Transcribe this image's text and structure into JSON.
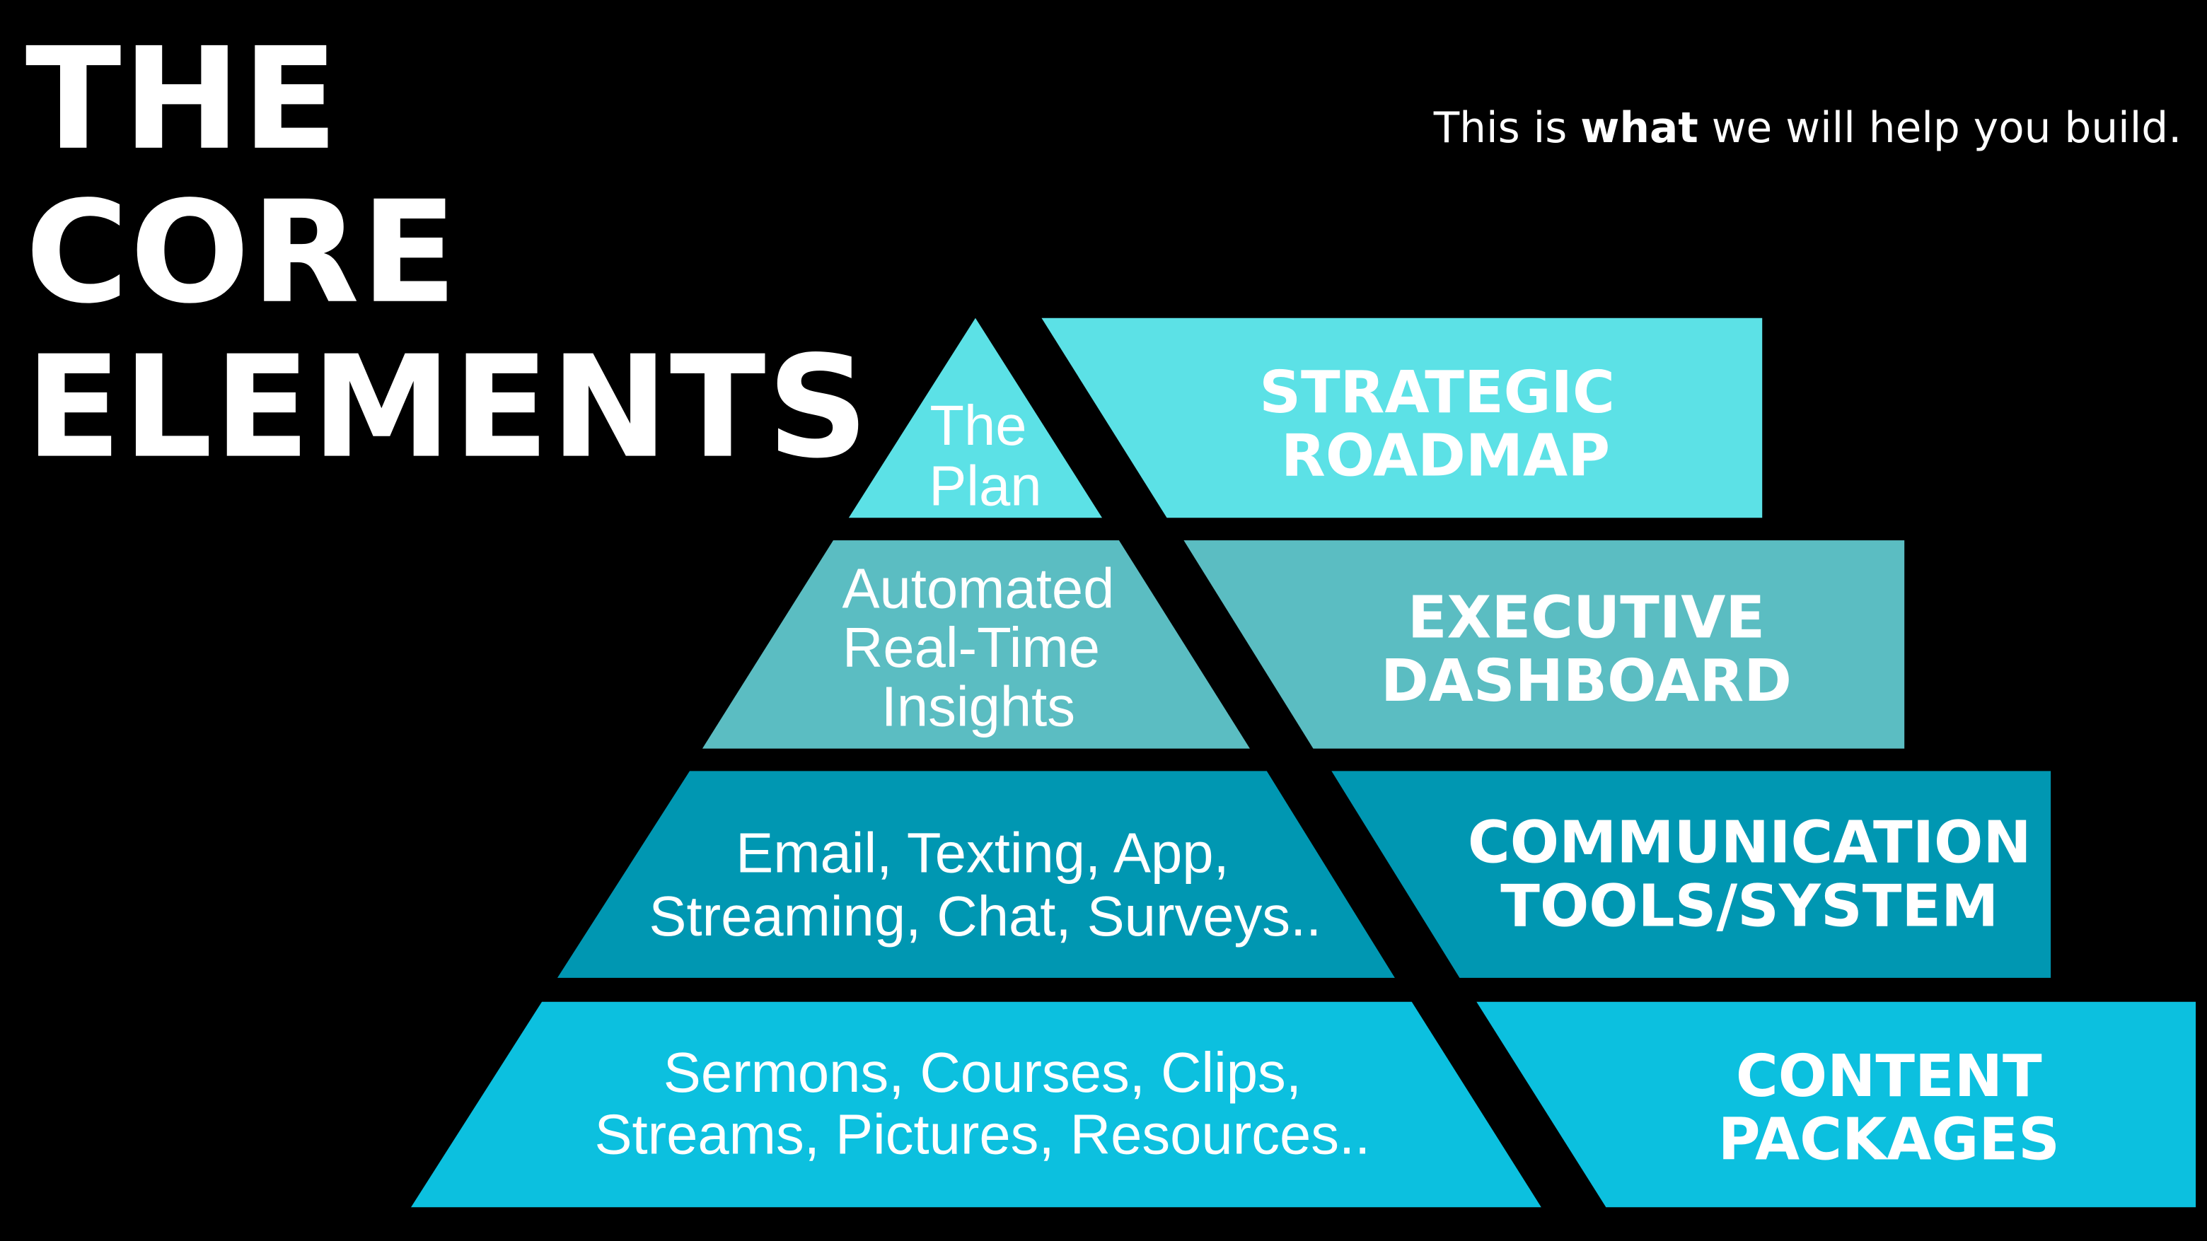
{
  "title": {
    "line1": "THE",
    "line2": "CORE",
    "line3": "ELEMENTS"
  },
  "subtitle": {
    "before": "This is ",
    "bold": "what",
    "after": " we will help you build."
  },
  "colors": {
    "tier1": "#5CE1E6",
    "tier2": "#5BBDC2",
    "tier3": "#0097B2",
    "tier4": "#0CC0DF",
    "background": "#000000"
  },
  "tiers": [
    {
      "pyramid_lines": [
        "The",
        "Plan"
      ],
      "label_lines": [
        "STRATEGIC",
        "ROADMAP"
      ]
    },
    {
      "pyramid_lines": [
        "Automated",
        "Real-Time",
        "Insights"
      ],
      "label_lines": [
        "EXECUTIVE",
        "DASHBOARD"
      ]
    },
    {
      "pyramid_lines": [
        "Email, Texting, App,",
        "Streaming, Chat, Surveys.."
      ],
      "label_lines": [
        "COMMUNICATION",
        "TOOLS/SYSTEM"
      ]
    },
    {
      "pyramid_lines": [
        "Sermons, Courses, Clips,",
        "Streams, Pictures, Resources.."
      ],
      "label_lines": [
        "CONTENT",
        "PACKAGES"
      ]
    }
  ]
}
